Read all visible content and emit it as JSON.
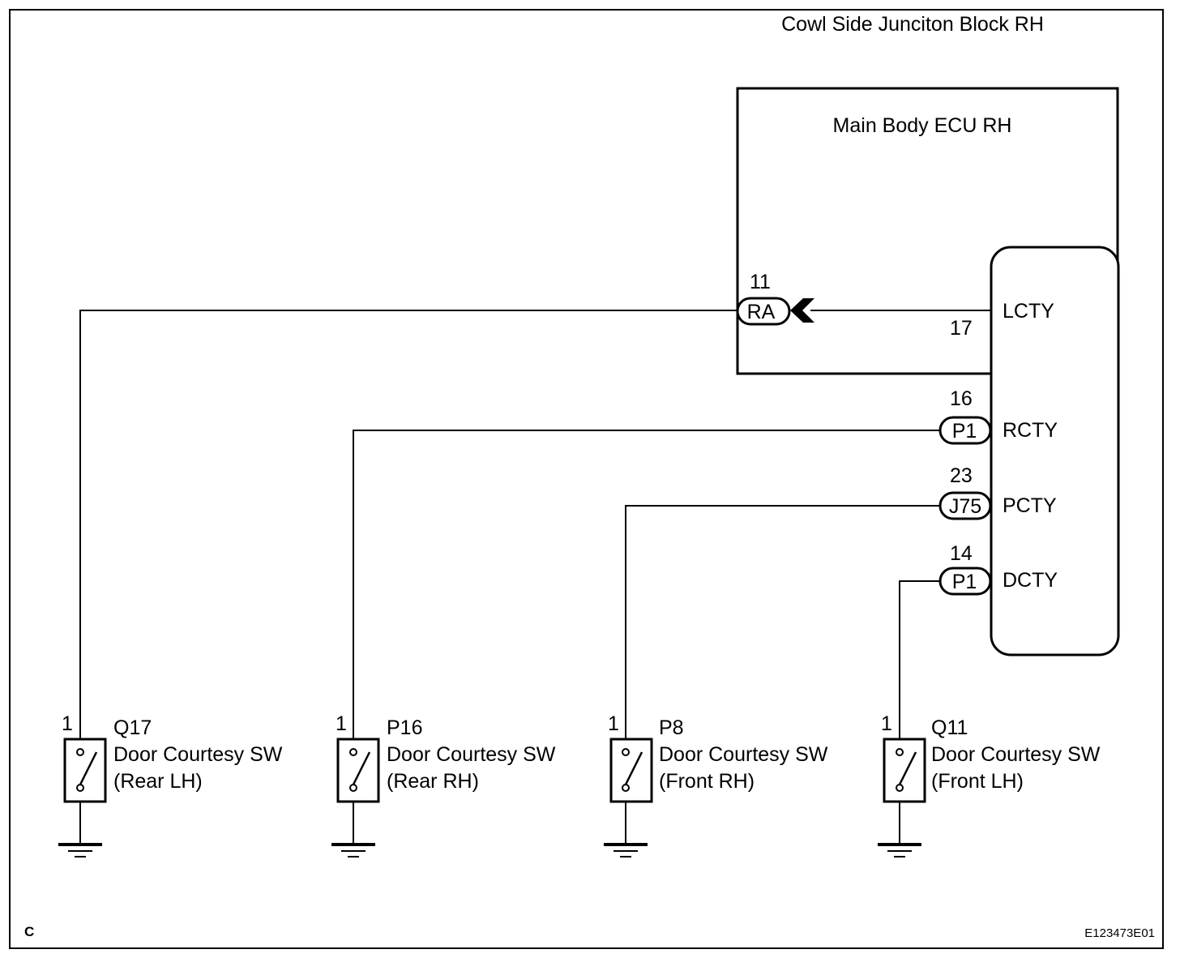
{
  "diagram": {
    "junction_block_label": "Cowl Side Junciton Block RH",
    "ecu_label": "Main Body ECU RH",
    "corner_label": "C",
    "figure_id": "E123473E01",
    "ecu_pins": [
      {
        "name": "LCTY",
        "pin": "17"
      },
      {
        "name": "RCTY",
        "pin": "16"
      },
      {
        "name": "PCTY",
        "pin": "23"
      },
      {
        "name": "DCTY",
        "pin": "14"
      }
    ],
    "connectors": [
      {
        "code": "RA",
        "pin": "11"
      },
      {
        "code": "P1",
        "pin": "16"
      },
      {
        "code": "J75",
        "pin": "23"
      },
      {
        "code": "P1",
        "pin": "14"
      }
    ],
    "switches": [
      {
        "code": "Q17",
        "pin": "1",
        "name": "Door Courtesy SW",
        "position": "(Rear LH)"
      },
      {
        "code": "P16",
        "pin": "1",
        "name": "Door Courtesy SW",
        "position": "(Rear RH)"
      },
      {
        "code": "P8",
        "pin": "1",
        "name": "Door Courtesy SW",
        "position": "(Front RH)"
      },
      {
        "code": "Q11",
        "pin": "1",
        "name": "Door Courtesy SW",
        "position": "(Front LH)"
      }
    ]
  }
}
